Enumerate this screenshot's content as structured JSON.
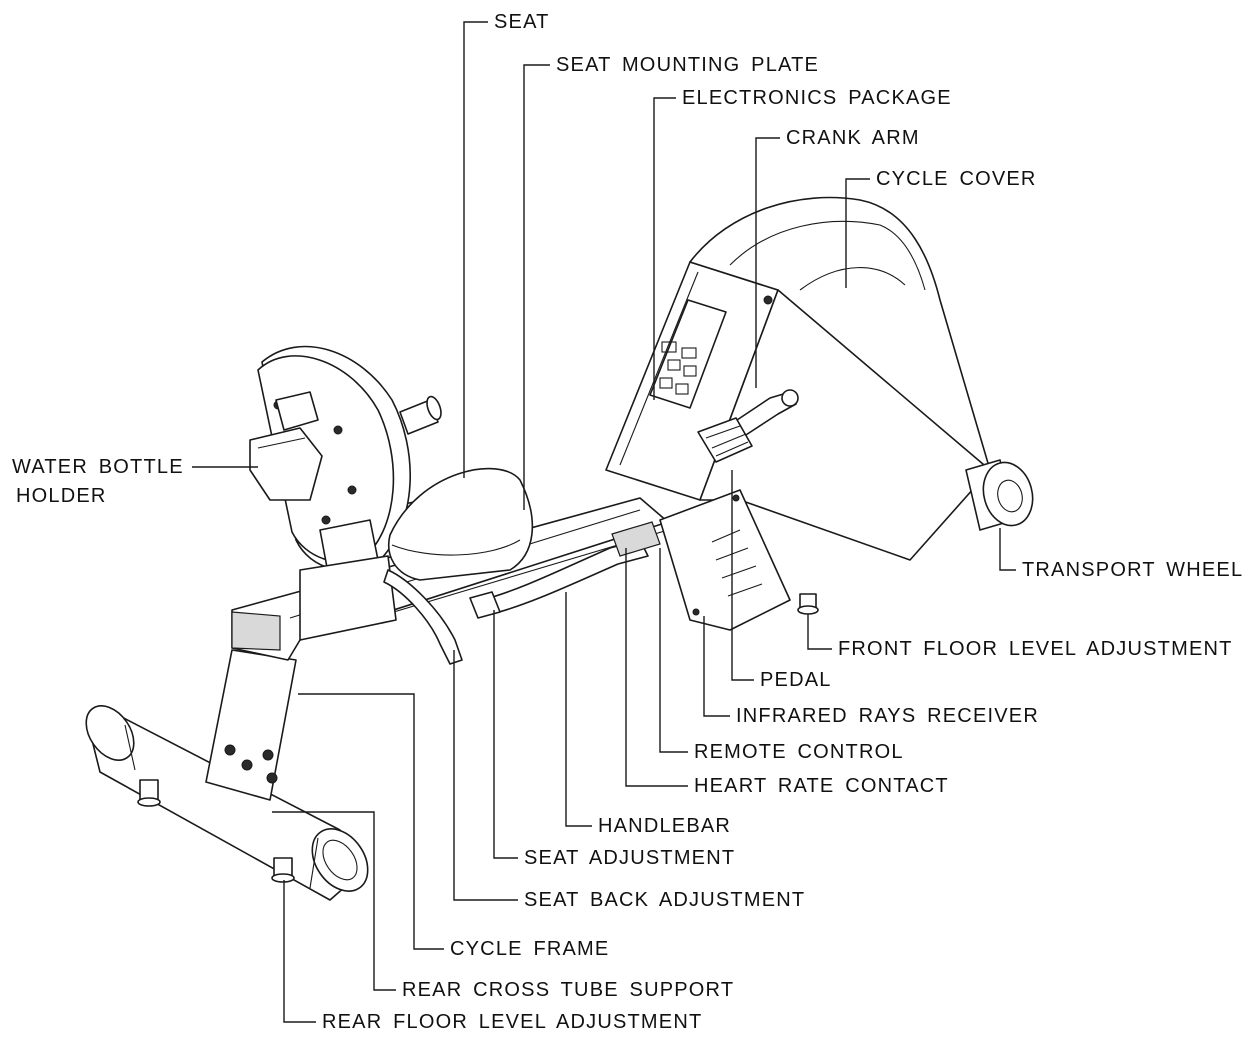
{
  "labels": {
    "seat": "SEAT",
    "seat_mounting_plate": "SEAT MOUNTING PLATE",
    "electronics_package": "ELECTRONICS PACKAGE",
    "crank_arm": "CRANK ARM",
    "cycle_cover": "CYCLE COVER",
    "water_bottle_holder_line1": "WATER BOTTLE",
    "water_bottle_holder_line2": "HOLDER",
    "transport_wheel": "TRANSPORT WHEEL",
    "front_floor_level_adjustment": "FRONT FLOOR LEVEL ADJUSTMENT",
    "pedal": "PEDAL",
    "infrared_rays_receiver": "INFRARED RAYS RECEIVER",
    "remote_control": "REMOTE CONTROL",
    "heart_rate_contact": "HEART RATE CONTACT",
    "handlebar": "HANDLEBAR",
    "seat_adjustment": "SEAT ADJUSTMENT",
    "seat_back_adjustment": "SEAT BACK ADJUSTMENT",
    "cycle_frame": "CYCLE FRAME",
    "rear_cross_tube_support": "REAR CROSS TUBE SUPPORT",
    "rear_floor_level_adjustment": "REAR FLOOR LEVEL ADJUSTMENT"
  }
}
